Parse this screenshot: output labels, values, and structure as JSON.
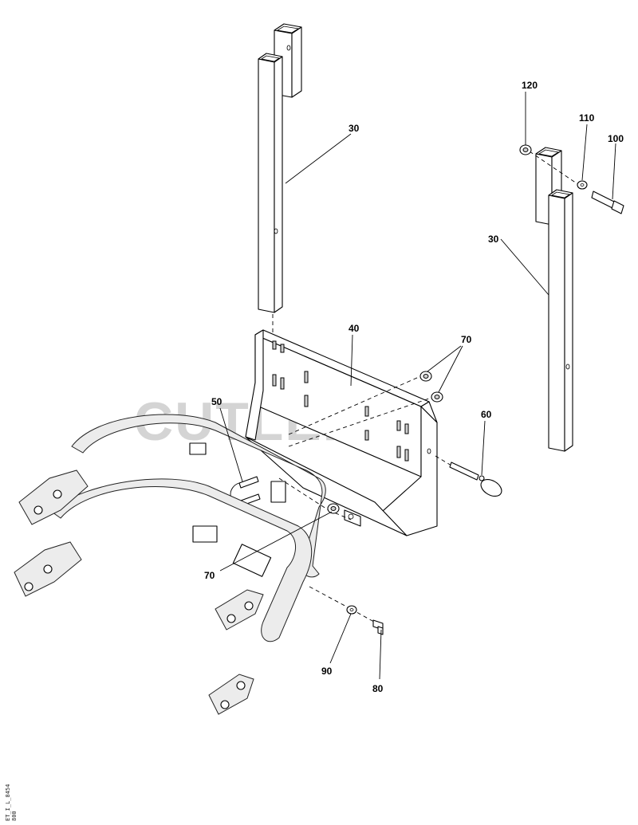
{
  "watermark": "CUTLER'S",
  "drawing_code": "ET_I_L_8454",
  "drawing_code_sub": "800",
  "callouts": [
    {
      "id": "c120",
      "label": "120"
    },
    {
      "id": "c110",
      "label": "110"
    },
    {
      "id": "c100",
      "label": "100"
    },
    {
      "id": "c30a",
      "label": "30"
    },
    {
      "id": "c30b",
      "label": "30"
    },
    {
      "id": "c40",
      "label": "40"
    },
    {
      "id": "c70a",
      "label": "70"
    },
    {
      "id": "c50",
      "label": "50"
    },
    {
      "id": "c60",
      "label": "60"
    },
    {
      "id": "c70b",
      "label": "70"
    },
    {
      "id": "c90",
      "label": "90"
    },
    {
      "id": "c80",
      "label": "80"
    }
  ]
}
